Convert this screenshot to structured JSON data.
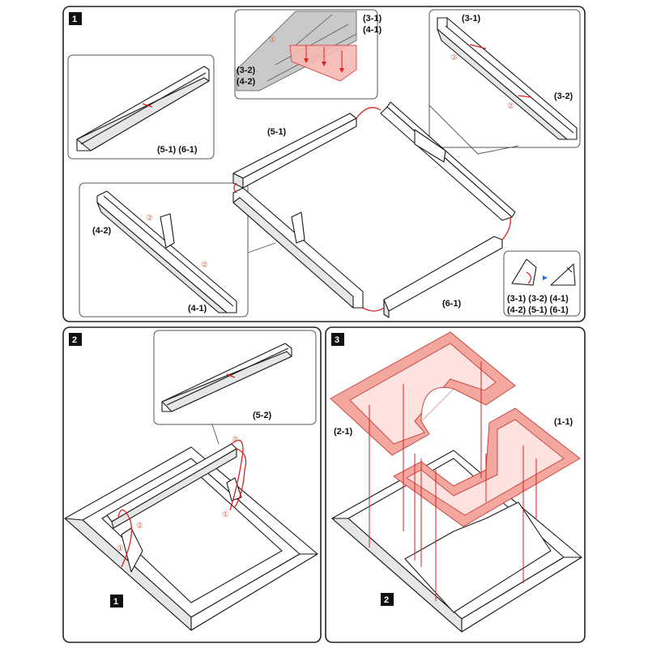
{
  "steps": {
    "step1": {
      "number": "1"
    },
    "step2": {
      "number": "2"
    },
    "step3": {
      "number": "3"
    }
  },
  "step1_labels": {
    "inset_top_a": "(3-1)",
    "inset_top_b": "(4-1)",
    "inset_top_c": "(3-2)",
    "inset_top_d": "(4-2)",
    "inset_right_a": "(3-1)",
    "inset_right_b": "(3-2)",
    "inset_left_pair": "(5-1) (6-1)",
    "inset_lower_a": "(4-2)",
    "inset_lower_b": "(4-1)",
    "frame_top": "(5-1)",
    "frame_bottom": "(6-1)",
    "legend_row1": "(3-1) (3-2) (4-1)",
    "legend_row2": "(4-2) (5-1) (6-1)"
  },
  "step2_labels": {
    "inset": "(5-2)",
    "ref_badge": "1"
  },
  "step3_labels": {
    "left_piece": "(2-1)",
    "right_piece": "(1-1)",
    "ref_badge": "2"
  },
  "markers": {
    "one": "①",
    "two": "②"
  },
  "colors": {
    "accent_red": "#dd2222",
    "accent_pink": "#f4a79f",
    "badge_black": "#111111"
  }
}
